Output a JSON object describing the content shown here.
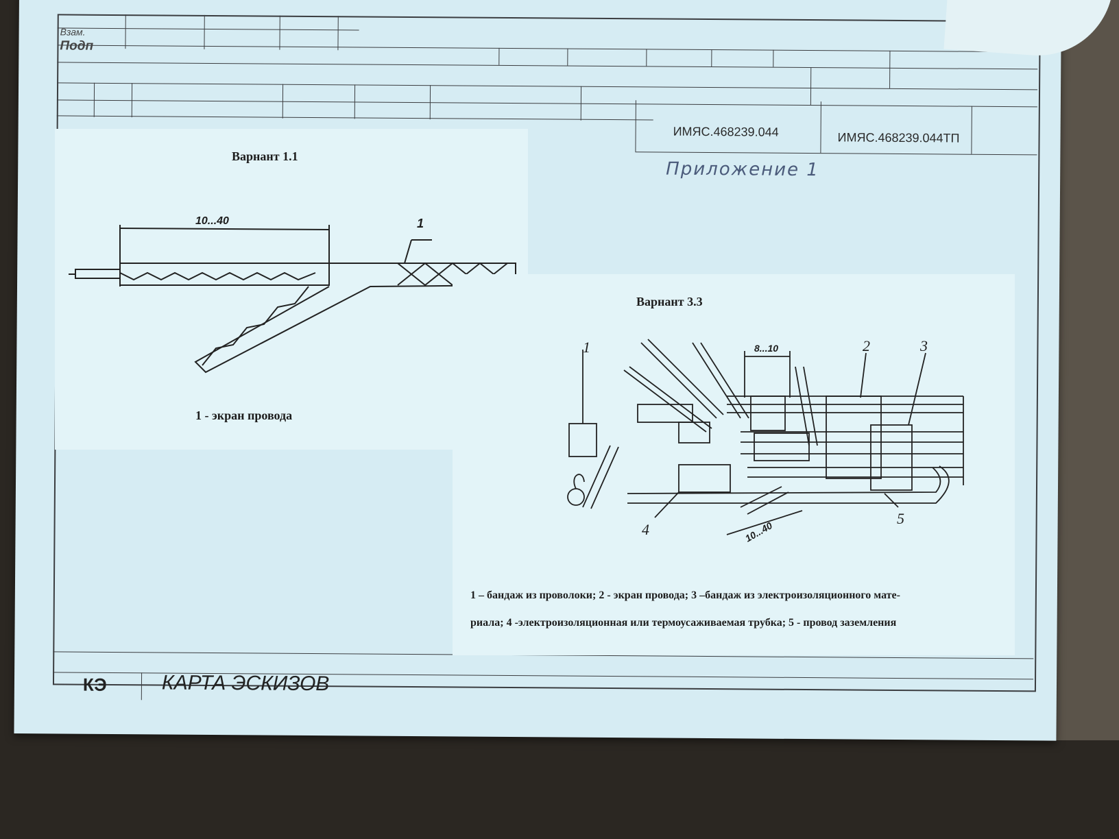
{
  "title_block": {
    "row_labels": [
      "Взам.",
      "Подп"
    ],
    "doc_code": "ИМЯС.468239.044",
    "process_code": "ИМЯС.468239.044ТП"
  },
  "annotation": "Приложение 1",
  "variant_1": {
    "title": "Варнант 1.1",
    "dimension": "10...40",
    "callout": "1",
    "legend": "1 - экран провода"
  },
  "variant_2": {
    "title": "Варнант 3.3",
    "dimension_top": "8...10",
    "dimension_bottom": "10...40",
    "callouts": [
      "1",
      "2",
      "3",
      "4",
      "5"
    ],
    "legend_line1": "1 – бандаж из проволоки; 2 - экран провода; 3 –бандаж из электроизоляционного мате-",
    "legend_line2": "риала; 4 -электроизоляционная или термоусаживаемая  трубка; 5 - провод заземления"
  },
  "footer": {
    "code": "КЭ",
    "title": "КАРТА  ЭСКИЗОВ"
  }
}
